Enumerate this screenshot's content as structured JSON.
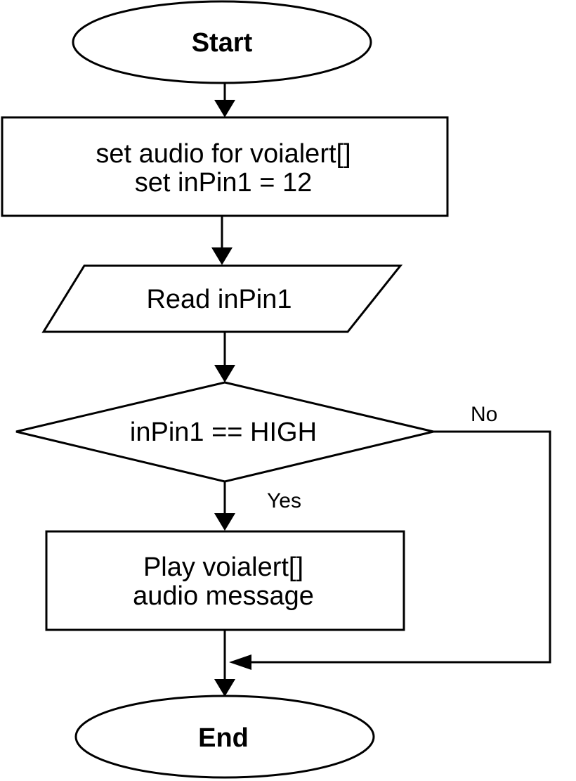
{
  "flowchart": {
    "start": {
      "label": "Start"
    },
    "init": {
      "line1": "set audio for voialert[]",
      "line2": "set inPin1 = 12"
    },
    "read": {
      "label": "Read inPin1"
    },
    "decision": {
      "label": "inPin1 == HIGH"
    },
    "play": {
      "line1": "Play voialert[]",
      "line2": "audio message"
    },
    "end": {
      "label": "End"
    },
    "branch_yes": "Yes",
    "branch_no": "No"
  },
  "colors": {
    "stroke": "#000000",
    "fill": "#ffffff",
    "text": "#000000"
  }
}
